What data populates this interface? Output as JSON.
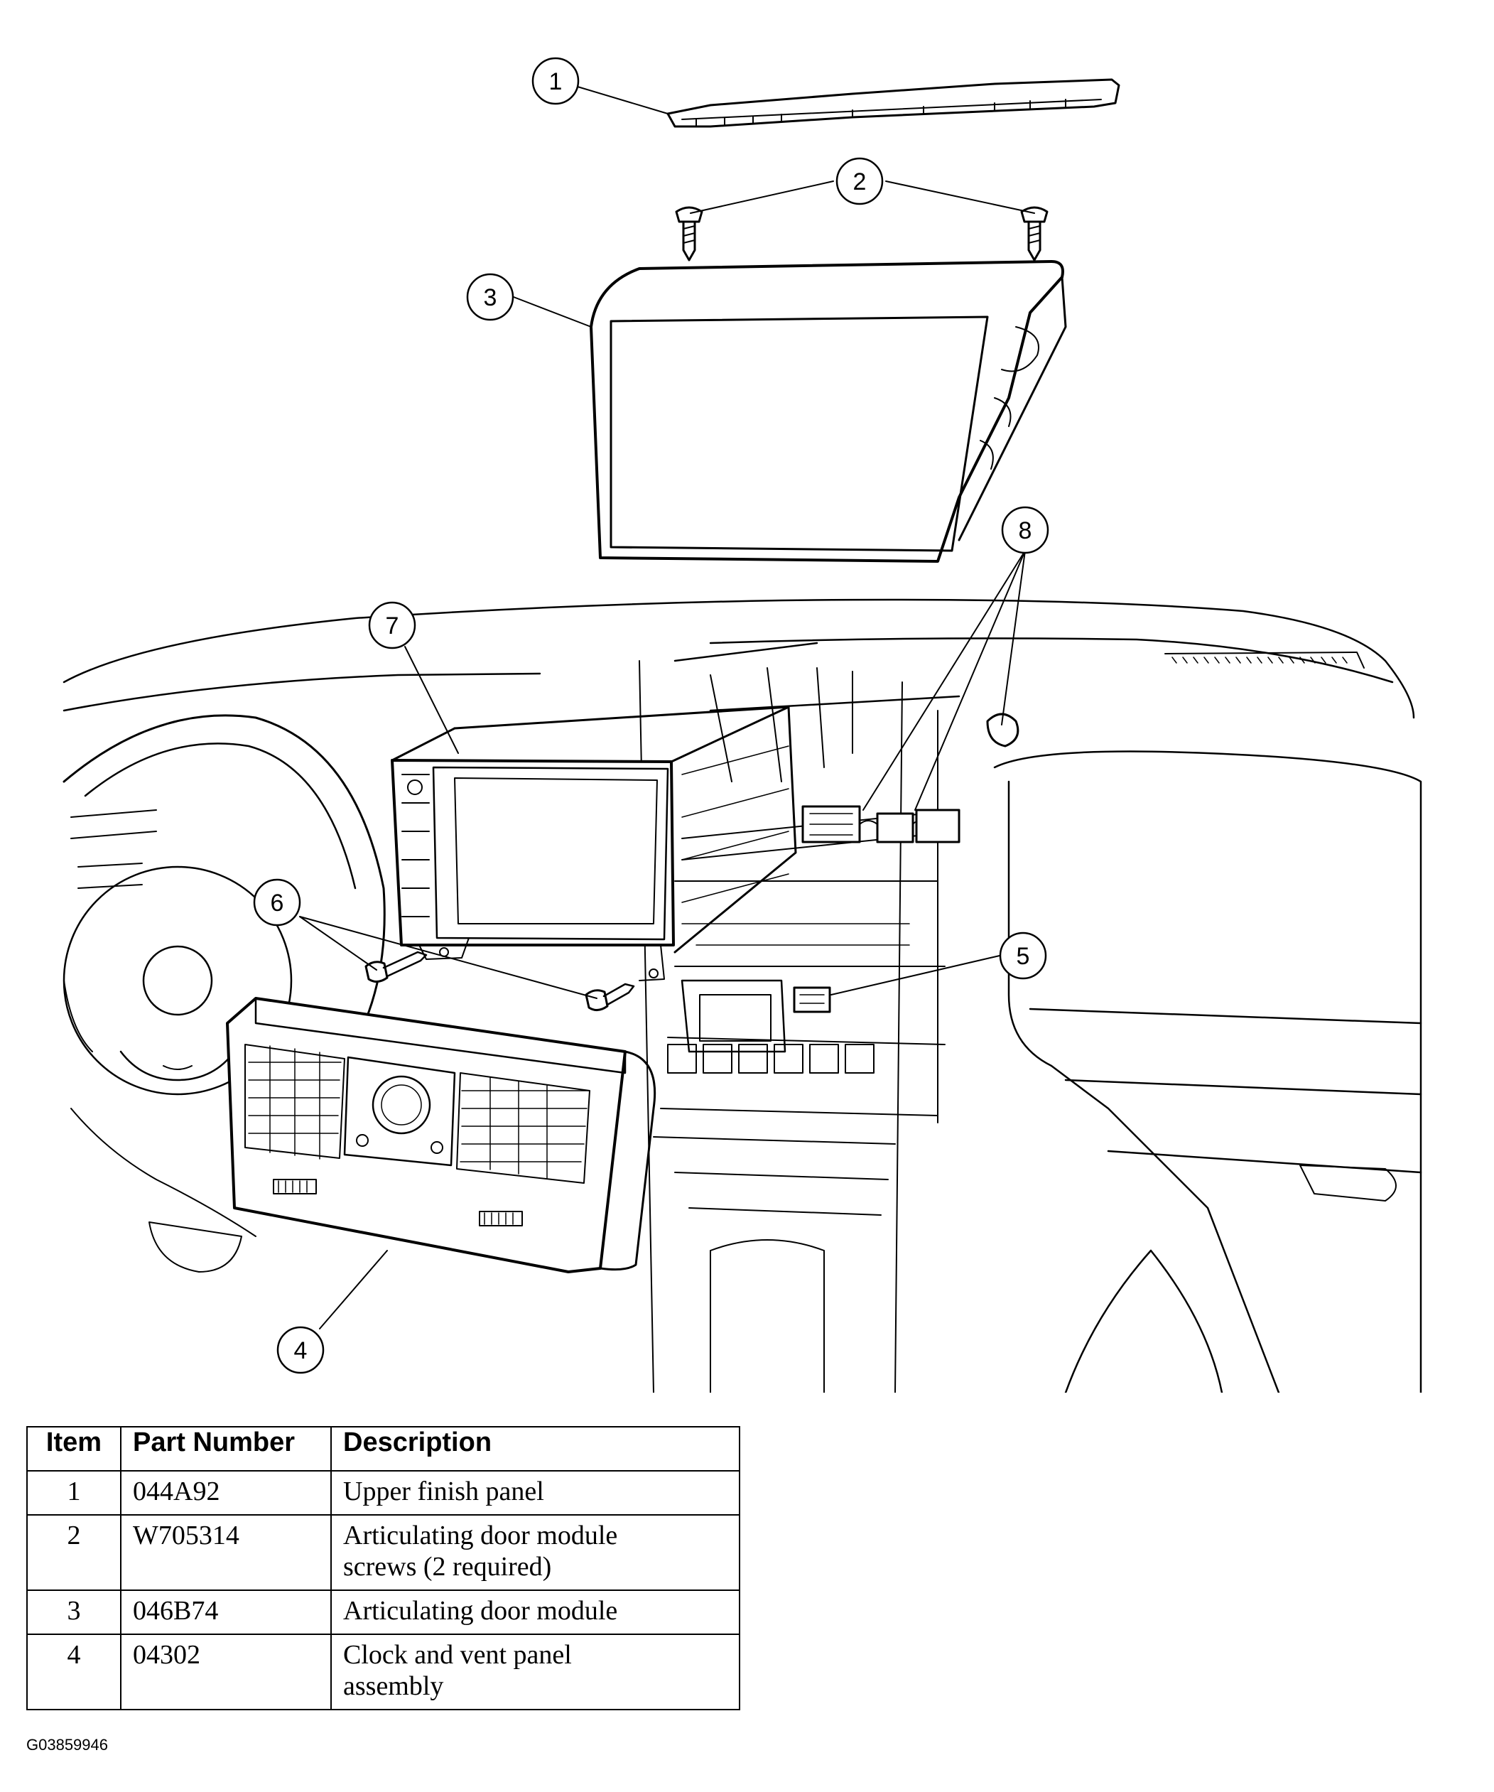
{
  "callouts": [
    "1",
    "2",
    "3",
    "4",
    "5",
    "6",
    "7",
    "8"
  ],
  "table": {
    "headers": {
      "item": "Item",
      "part_number": "Part Number",
      "description": "Description"
    },
    "rows": [
      {
        "item": "1",
        "part_number": "044A92",
        "description": "Upper finish panel"
      },
      {
        "item": "2",
        "part_number": "W705314",
        "description": "Articulating door module screws (2 required)"
      },
      {
        "item": "3",
        "part_number": "046B74",
        "description": "Articulating door module"
      },
      {
        "item": "4",
        "part_number": "04302",
        "description": "Clock and vent panel assembly"
      }
    ]
  },
  "figure_id": "G03859946"
}
